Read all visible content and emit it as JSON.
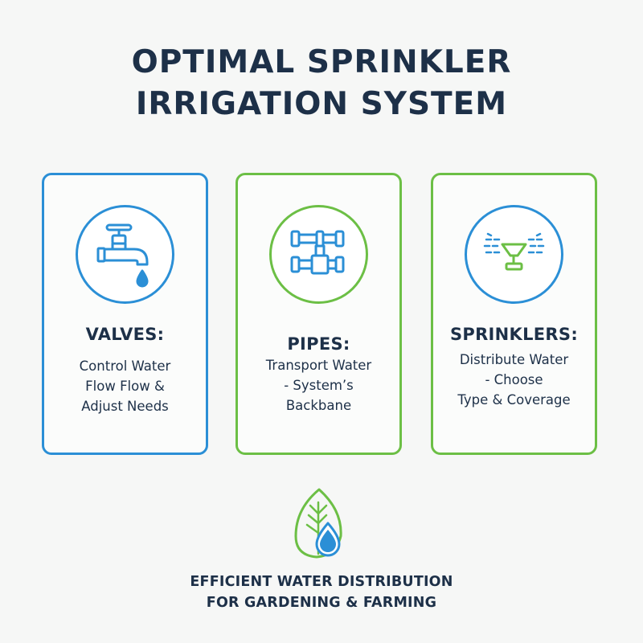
{
  "title": {
    "line1": "OPTIMAL SPRINKLER",
    "line2": "IRRIGATION SYSTEM"
  },
  "colors": {
    "blue": "#2b8fd6",
    "green": "#6cbf45",
    "navy": "#1d3048"
  },
  "cards": [
    {
      "heading": "VALVES:",
      "lines": [
        "Control Water",
        "Flow Flow &",
        "Adjust Needs"
      ],
      "icon": "faucet-icon",
      "accent": "blue"
    },
    {
      "heading": "PIPES:",
      "lines": [
        "Transport Water",
        "- System’s",
        "Backbane"
      ],
      "icon": "pipes-icon",
      "accent": "green"
    },
    {
      "heading": "SPRINKLERS:",
      "lines": [
        "Distribute Water",
        "- Choose",
        "Type & Coverage"
      ],
      "icon": "sprinkler-icon",
      "accent": "green"
    }
  ],
  "footer": {
    "icon": "leaf-water-drop-icon",
    "line1": "EFFICIENT WATER DISTRIBUTION",
    "line2": "FOR GARDENING & FARMING"
  }
}
